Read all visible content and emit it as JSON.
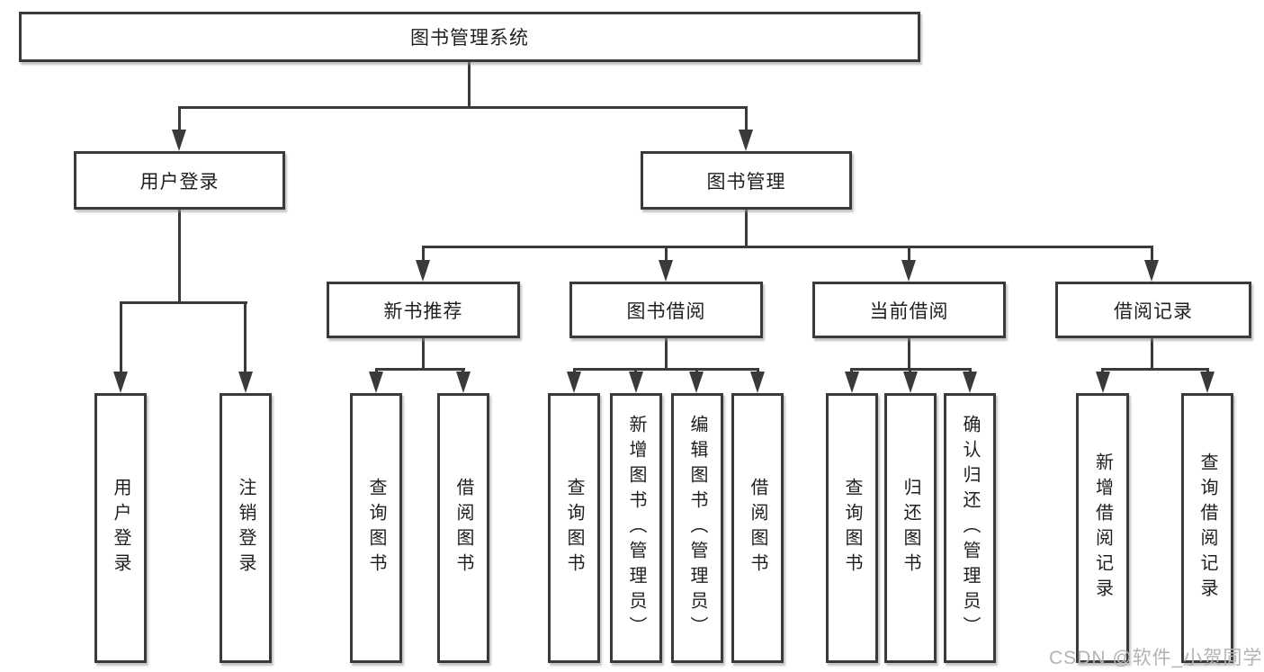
{
  "diagram_title": "图书管理系统",
  "nodes": {
    "root": "图书管理系统",
    "user_login_branch": "用户登录",
    "book_management": "图书管理",
    "new_book_recommend": "新书推荐",
    "book_borrowing": "图书借阅",
    "current_borrowing": "当前借阅",
    "borrowing_records": "借阅记录",
    "user_login": "用户登录",
    "logout_login": "注销登录",
    "nbr_query_books": "查询图书",
    "nbr_borrow_books": "借阅图书",
    "bb_query_books": "查询图书",
    "bb_add_books_admin": "新增图书（管理员）",
    "bb_edit_books_admin": "编辑图书（管理员）",
    "bb_borrow_books": "借阅图书",
    "cb_query_books": "查询图书",
    "cb_return_books": "归还图书",
    "cb_confirm_return_admin": "确认归还（管理员）",
    "br_add_record": "新增借阅记录",
    "br_query_record": "查询借阅记录"
  },
  "hierarchy": {
    "图书管理系统": {
      "用户登录": [
        "用户登录",
        "注销登录"
      ],
      "图书管理": {
        "新书推荐": [
          "查询图书",
          "借阅图书"
        ],
        "图书借阅": [
          "查询图书",
          "新增图书（管理员）",
          "编辑图书（管理员）",
          "借阅图书"
        ],
        "当前借阅": [
          "查询图书",
          "归还图书",
          "确认归还（管理员）"
        ],
        "借阅记录": [
          "新增借阅记录",
          "查询借阅记录"
        ]
      }
    }
  },
  "watermark": "CSDN @软件_小贺同学",
  "colors": {
    "line": "#3a3a3b",
    "text": "#1f1f1f",
    "watermark": "#b3b3b3",
    "background": "#ffffff"
  }
}
